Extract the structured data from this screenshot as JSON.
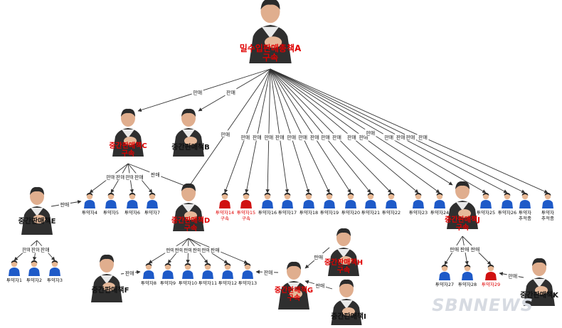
{
  "diagram": {
    "title": "밀수입판매총책A 구속",
    "watermark": "SBNNEWS",
    "edge_label": "판매",
    "colors": {
      "arrested": "#e00000",
      "normal": "#111111",
      "edge": "#333333",
      "person_dark": "#2f2f2f",
      "person_blue": "#1e5ac8",
      "person_red": "#d01010"
    },
    "nodes": [
      {
        "id": "A",
        "line1": "밀수입판매총책A",
        "line2": "구속",
        "arrested": true,
        "kind": "boss"
      },
      {
        "id": "B",
        "line1": "중간판매책B",
        "line2": "",
        "arrested": false,
        "kind": "boss"
      },
      {
        "id": "C",
        "line1": "중간판매책C",
        "line2": "구속",
        "arrested": true,
        "kind": "boss"
      },
      {
        "id": "D",
        "line1": "중간판매책D",
        "line2": "구속",
        "arrested": true,
        "kind": "boss"
      },
      {
        "id": "E",
        "line1": "중간판매책E",
        "line2": "",
        "arrested": false,
        "kind": "boss"
      },
      {
        "id": "F",
        "line1": "중간판매책F",
        "line2": "",
        "arrested": false,
        "kind": "boss"
      },
      {
        "id": "G",
        "line1": "중간판매책G",
        "line2": "구속",
        "arrested": true,
        "kind": "boss"
      },
      {
        "id": "H",
        "line1": "중간판매책H",
        "line2": "구속",
        "arrested": true,
        "kind": "boss"
      },
      {
        "id": "I",
        "line1": "중간판매책I",
        "line2": "",
        "arrested": false,
        "kind": "boss"
      },
      {
        "id": "J",
        "line1": "중간판매책J",
        "line2": "구속",
        "arrested": true,
        "kind": "boss"
      },
      {
        "id": "K",
        "line1": "중간판매책K",
        "line2": "",
        "arrested": false,
        "kind": "boss"
      },
      {
        "id": "u1",
        "line1": "투약자1",
        "line2": "",
        "arrested": false,
        "kind": "user"
      },
      {
        "id": "u2",
        "line1": "투약자2",
        "line2": "",
        "arrested": false,
        "kind": "user"
      },
      {
        "id": "u3",
        "line1": "투약자3",
        "line2": "",
        "arrested": false,
        "kind": "user"
      },
      {
        "id": "u4",
        "line1": "투약자4",
        "line2": "",
        "arrested": false,
        "kind": "user"
      },
      {
        "id": "u5",
        "line1": "투약자5",
        "line2": "",
        "arrested": false,
        "kind": "user"
      },
      {
        "id": "u6",
        "line1": "투약자6",
        "line2": "",
        "arrested": false,
        "kind": "user"
      },
      {
        "id": "u7",
        "line1": "투약자7",
        "line2": "",
        "arrested": false,
        "kind": "user"
      },
      {
        "id": "u8",
        "line1": "투약자8",
        "line2": "",
        "arrested": false,
        "kind": "user"
      },
      {
        "id": "u9",
        "line1": "투약자9",
        "line2": "",
        "arrested": false,
        "kind": "user"
      },
      {
        "id": "u10",
        "line1": "투약자10",
        "line2": "",
        "arrested": false,
        "kind": "user"
      },
      {
        "id": "u11",
        "line1": "투약자11",
        "line2": "",
        "arrested": false,
        "kind": "user"
      },
      {
        "id": "u12",
        "line1": "투약자12",
        "line2": "",
        "arrested": false,
        "kind": "user"
      },
      {
        "id": "u13",
        "line1": "투약자13",
        "line2": "",
        "arrested": false,
        "kind": "user"
      },
      {
        "id": "u14",
        "line1": "투약자14",
        "line2": "구속",
        "arrested": true,
        "kind": "user"
      },
      {
        "id": "u15",
        "line1": "투약자15",
        "line2": "구속",
        "arrested": true,
        "kind": "user"
      },
      {
        "id": "u16",
        "line1": "투약자16",
        "line2": "",
        "arrested": false,
        "kind": "user"
      },
      {
        "id": "u17",
        "line1": "투약자17",
        "line2": "",
        "arrested": false,
        "kind": "user"
      },
      {
        "id": "u18",
        "line1": "투약자18",
        "line2": "",
        "arrested": false,
        "kind": "user"
      },
      {
        "id": "u19",
        "line1": "투약자19",
        "line2": "",
        "arrested": false,
        "kind": "user"
      },
      {
        "id": "u20",
        "line1": "투약자20",
        "line2": "",
        "arrested": false,
        "kind": "user"
      },
      {
        "id": "u21",
        "line1": "투약자21",
        "line2": "",
        "arrested": false,
        "kind": "user"
      },
      {
        "id": "u22",
        "line1": "투약자22",
        "line2": "",
        "arrested": false,
        "kind": "user"
      },
      {
        "id": "u23",
        "line1": "투약자23",
        "line2": "",
        "arrested": false,
        "kind": "user"
      },
      {
        "id": "u24",
        "line1": "투약자24",
        "line2": "",
        "arrested": false,
        "kind": "user"
      },
      {
        "id": "u25",
        "line1": "투약자25",
        "line2": "",
        "arrested": false,
        "kind": "user"
      },
      {
        "id": "u26",
        "line1": "투약자26",
        "line2": "",
        "arrested": false,
        "kind": "user"
      },
      {
        "id": "u27",
        "line1": "투약자27",
        "line2": "",
        "arrested": false,
        "kind": "user"
      },
      {
        "id": "u28",
        "line1": "투약자28",
        "line2": "",
        "arrested": false,
        "kind": "user"
      },
      {
        "id": "u29",
        "line1": "투약자29",
        "line2": "",
        "arrested": true,
        "kind": "user"
      },
      {
        "id": "ux1",
        "line1": "투약자",
        "line2": "추적중",
        "arrested": false,
        "kind": "user"
      },
      {
        "id": "ux2",
        "line1": "투약자",
        "line2": "추적중",
        "arrested": false,
        "kind": "user"
      }
    ],
    "edges": [
      {
        "from": "A",
        "to": "C",
        "label": true
      },
      {
        "from": "A",
        "to": "B",
        "label": true
      },
      {
        "from": "A",
        "to": "D",
        "label": true
      },
      {
        "from": "A",
        "to": "u14",
        "label": true
      },
      {
        "from": "A",
        "to": "u15",
        "label": true
      },
      {
        "from": "A",
        "to": "u16",
        "label": true
      },
      {
        "from": "A",
        "to": "u17",
        "label": true
      },
      {
        "from": "A",
        "to": "u18",
        "label": true
      },
      {
        "from": "A",
        "to": "u19",
        "label": true
      },
      {
        "from": "A",
        "to": "u20",
        "label": true
      },
      {
        "from": "A",
        "to": "u21",
        "label": true
      },
      {
        "from": "A",
        "to": "u22",
        "label": true
      },
      {
        "from": "A",
        "to": "u23",
        "label": true
      },
      {
        "from": "A",
        "to": "u24",
        "label": true
      },
      {
        "from": "A",
        "to": "J",
        "label": true
      },
      {
        "from": "A",
        "to": "u25",
        "label": true
      },
      {
        "from": "A",
        "to": "u26",
        "label": true
      },
      {
        "from": "A",
        "to": "ux1",
        "label": true
      },
      {
        "from": "A",
        "to": "ux2",
        "label": true
      },
      {
        "from": "C",
        "to": "u4",
        "label": true
      },
      {
        "from": "C",
        "to": "u5",
        "label": true
      },
      {
        "from": "C",
        "to": "u6",
        "label": true
      },
      {
        "from": "C",
        "to": "u7",
        "label": true
      },
      {
        "from": "C",
        "to": "D",
        "label": true
      },
      {
        "from": "E",
        "to": "u4",
        "label": true
      },
      {
        "from": "E",
        "to": "u1",
        "label": true
      },
      {
        "from": "E",
        "to": "u2",
        "label": true
      },
      {
        "from": "E",
        "to": "u3",
        "label": true
      },
      {
        "from": "D",
        "to": "u8",
        "label": true
      },
      {
        "from": "D",
        "to": "u9",
        "label": true
      },
      {
        "from": "D",
        "to": "u10",
        "label": true
      },
      {
        "from": "D",
        "to": "u11",
        "label": true
      },
      {
        "from": "D",
        "to": "u12",
        "label": true
      },
      {
        "from": "D",
        "to": "u13",
        "label": true
      },
      {
        "from": "F",
        "to": "u8",
        "label": true
      },
      {
        "from": "G",
        "to": "u13",
        "label": true
      },
      {
        "from": "H",
        "to": "G",
        "label": true
      },
      {
        "from": "I",
        "to": "G",
        "label": true
      },
      {
        "from": "J",
        "to": "u27",
        "label": true
      },
      {
        "from": "J",
        "to": "u28",
        "label": true
      },
      {
        "from": "J",
        "to": "u29",
        "label": true
      },
      {
        "from": "K",
        "to": "u29",
        "label": true
      }
    ]
  }
}
